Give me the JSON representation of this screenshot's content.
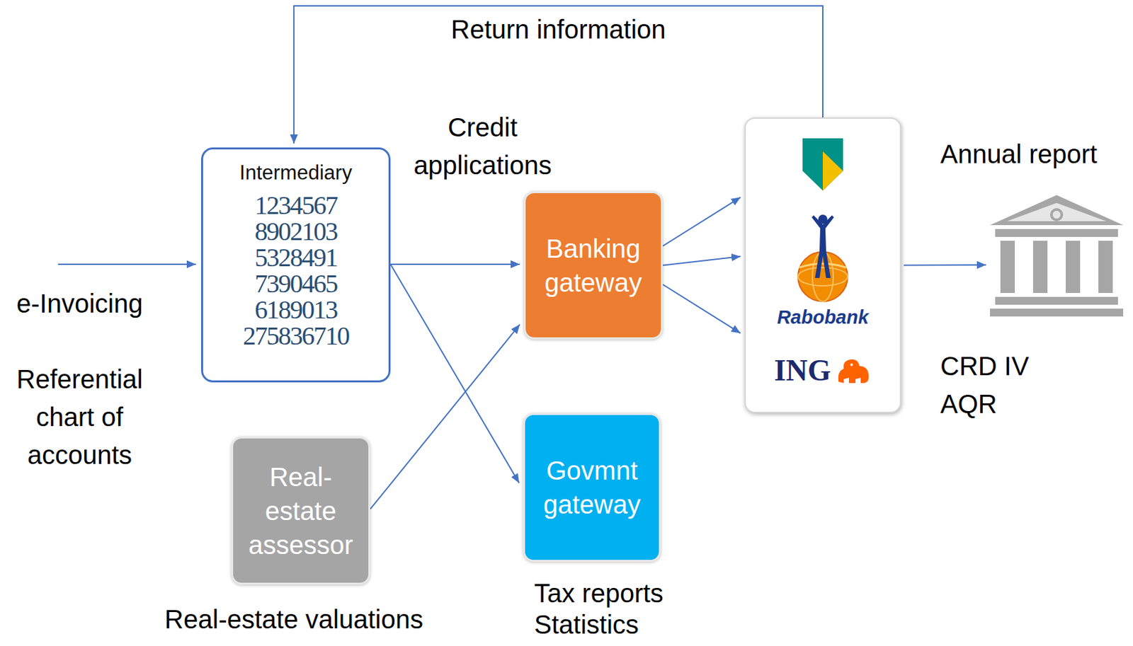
{
  "diagram": {
    "nodes": [
      {
        "text": [
          "Intermediary",
          "1234567 8902103 5328491 7390465 6189013 275836710"
        ]
      },
      {
        "text": [
          "Banking gateway"
        ]
      },
      {
        "text": [
          "Rabobank",
          "ING"
        ]
      },
      {
        "text": [
          "Annual report",
          "CRD IV",
          "AQR"
        ]
      },
      {
        "text": [
          "Real- estate assessor"
        ]
      },
      {
        "text": [
          "Govmnt gateway"
        ]
      }
    ],
    "edges": [
      {
        "from": 0,
        "to": 1,
        "arrow": "to"
      },
      {
        "from": 0,
        "to": 5,
        "arrow": "to"
      },
      {
        "from": 4,
        "to": 1,
        "arrow": "to"
      },
      {
        "from": 1,
        "to": 2,
        "arrow": "to"
      },
      {
        "from": 1,
        "to": 2,
        "arrow": "to"
      },
      {
        "from": 1,
        "to": 2,
        "arrow": "to"
      },
      {
        "from": 2,
        "to": 3,
        "arrow": "to"
      },
      {
        "from": 2,
        "to": 0,
        "label": "Return information",
        "arrow": "to"
      }
    ],
    "labels": [
      "Credit applications",
      "e-Invoicing",
      "Referential chart of accounts",
      "Tax reports",
      "Statistics",
      "Real-estate valuations"
    ]
  }
}
